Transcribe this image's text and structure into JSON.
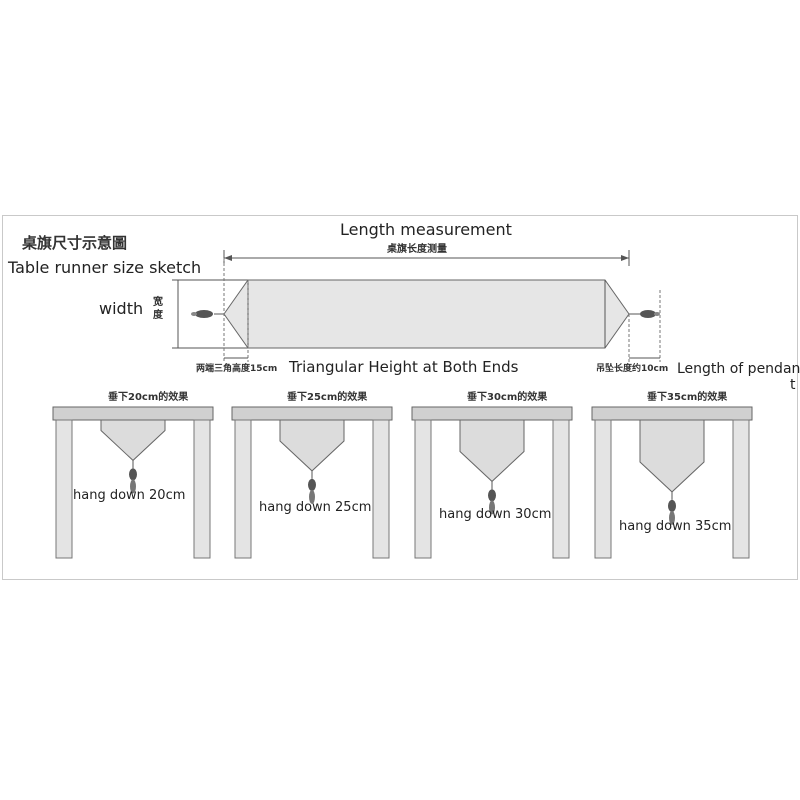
{
  "sketch": {
    "title_cn": "桌旗尺寸示意圖",
    "title_en": "Table runner size sketch",
    "length_en": "Length measurement",
    "length_cn": "桌旗长度测量",
    "width_en": "width",
    "width_cn_1": "宽",
    "width_cn_2": "度",
    "tri_cn": "两端三角高度15cm",
    "tri_en": "Triangular Height at Both Ends",
    "pendant_cn": "吊坠长度约10cm",
    "pendant_en_1": "Length of pendan",
    "pendant_en_2": "t"
  },
  "tables": [
    {
      "caption_cn": "垂下20cm的效果",
      "caption_en": "hang down 20cm",
      "drop_cm": 20
    },
    {
      "caption_cn": "垂下25cm的效果",
      "caption_en": "hang down 25cm",
      "drop_cm": 25
    },
    {
      "caption_cn": "垂下30cm的效果",
      "caption_en": "hang down 30cm",
      "drop_cm": 30
    },
    {
      "caption_cn": "垂下35cm的效果",
      "caption_en": "hang down 35cm",
      "drop_cm": 35
    }
  ]
}
